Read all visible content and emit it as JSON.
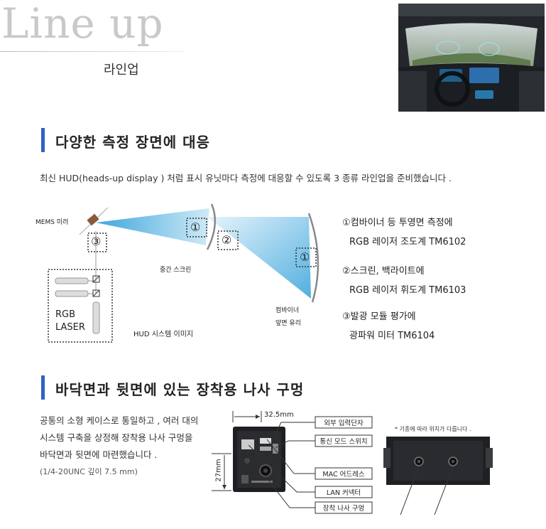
{
  "header": {
    "title": "Line up",
    "subtitle": "라인업"
  },
  "section1": {
    "title": "다양한 측정 장면에 대응",
    "description": "최신 HUD(heads-up display ) 처럼 표시 유닛마다 측정에 대응할 수 있도록 3 종류 라인업을 준비했습니다 ."
  },
  "diagram": {
    "mems_label": "MEMS 미러",
    "mid_screen_label": "중간 스크린",
    "combiner_line1": "컴바이너",
    "combiner_line2": "앞면 유리",
    "system_label": "HUD 시스템 이미지",
    "rgb_label": "RGB",
    "laser_label": "LASER",
    "marker1": "①",
    "marker2": "②",
    "marker3": "③"
  },
  "lineup": [
    {
      "line1": "①컴바이너 등 투영면 측정에",
      "line2": "RGB 레이저 조도계 TM6102"
    },
    {
      "line1": "②스크린, 백라이트에",
      "line2": "RGB 레이저 휘도계 TM6103"
    },
    {
      "line1": "③발광 모듈 평가에",
      "line2": "광파워 미터 TM6104"
    }
  ],
  "section2": {
    "title": "바닥면과 뒷면에 있는 장착용 나사 구멍",
    "para_line1": "공통의 소형 케이스로 통일하고 , 여러 대의",
    "para_line2": "시스템 구축을 상정해 장착용 나사 구멍을",
    "para_line3": "바닥면과 뒷면에 마련했습니다 .",
    "para_note": "(1/4-20UNC 깊이 7.5 mm)"
  },
  "device": {
    "dim_width": "32.5mm",
    "dim_height": "27mm",
    "callouts": [
      "외부 입력단자",
      "통신 모드 스위치",
      "MAC 어드레스",
      "LAN 커넥터",
      "장착 나사 구멍"
    ],
    "side_note": "* 기종에 따라 위치가 다릅니다 ."
  }
}
